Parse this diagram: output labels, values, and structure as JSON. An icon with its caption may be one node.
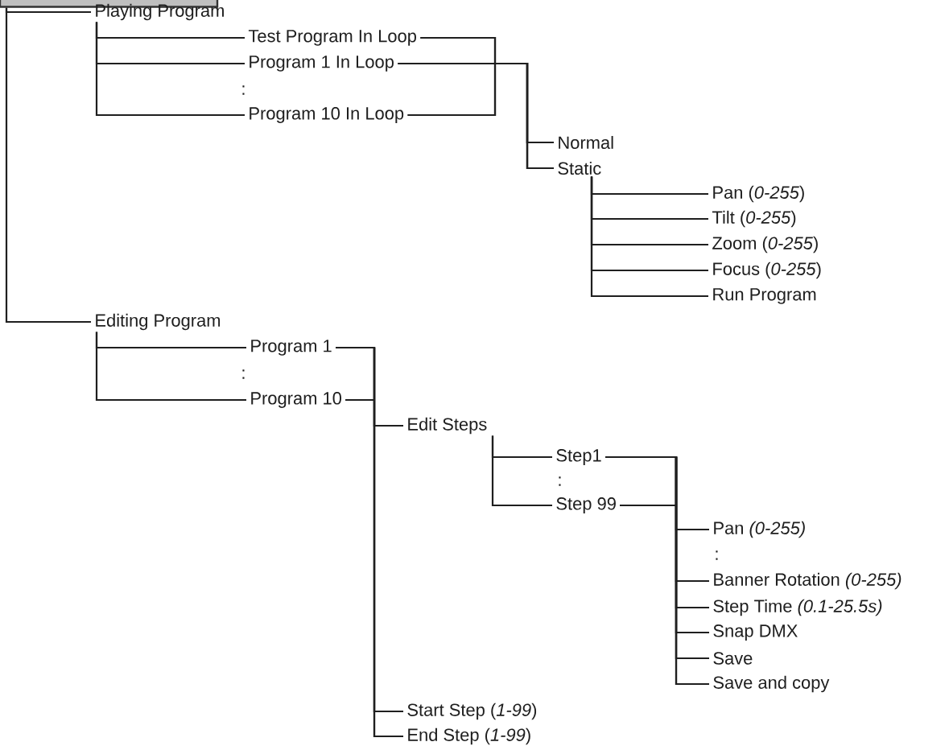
{
  "diagram": {
    "nodes": [
      {
        "text": [],
        "shape": "box"
      },
      {
        "text": [
          "Playing Program"
        ]
      },
      {
        "text": [
          "Test Program In Loop"
        ]
      },
      {
        "text": [
          "Program 1 In Loop"
        ]
      },
      {
        "text": [
          "Program 10 In Loop"
        ]
      },
      {
        "text": [
          "Normal"
        ]
      },
      {
        "text": [
          "Static"
        ]
      },
      {
        "text": [
          "Pan (*0-255*)"
        ]
      },
      {
        "text": [
          "Tilt (*0-255*)"
        ]
      },
      {
        "text": [
          "Zoom (*0-255*)"
        ]
      },
      {
        "text": [
          "Focus (*0-255*)"
        ]
      },
      {
        "text": [
          "Run Program"
        ]
      },
      {
        "text": [
          "Editing Program"
        ]
      },
      {
        "text": [
          "Program 1"
        ]
      },
      {
        "text": [
          "Program 10"
        ]
      },
      {
        "text": [
          "Edit Steps"
        ]
      },
      {
        "text": [
          "Step1"
        ]
      },
      {
        "text": [
          "Step 99"
        ]
      },
      {
        "text": [
          "Pan *(0-255)*"
        ]
      },
      {
        "text": [
          "Banner Rotation *(0-255)*"
        ]
      },
      {
        "text": [
          "Step Time *(0.1-25.5s)*"
        ]
      },
      {
        "text": [
          "Snap DMX"
        ]
      },
      {
        "text": [
          "Save"
        ]
      },
      {
        "text": [
          "Save and copy"
        ]
      },
      {
        "text": [
          "Start Step (*1-99*)"
        ]
      },
      {
        "text": [
          "End Step (*1-99*)"
        ]
      }
    ],
    "edges": [
      {
        "from": 0,
        "to": 1,
        "arrow": "none"
      },
      {
        "from": 0,
        "to": 12,
        "arrow": "none"
      },
      {
        "from": 1,
        "to": 2,
        "arrow": "none"
      },
      {
        "from": 1,
        "to": 3,
        "arrow": "none"
      },
      {
        "from": 1,
        "to": 4,
        "arrow": "none"
      },
      {
        "from": 2,
        "to": 5,
        "arrow": "none"
      },
      {
        "from": 2,
        "to": 6,
        "arrow": "none"
      },
      {
        "from": 3,
        "to": 5,
        "arrow": "none"
      },
      {
        "from": 3,
        "to": 6,
        "arrow": "none"
      },
      {
        "from": 4,
        "to": 5,
        "arrow": "none"
      },
      {
        "from": 4,
        "to": 6,
        "arrow": "none"
      },
      {
        "from": 6,
        "to": 7,
        "arrow": "none"
      },
      {
        "from": 6,
        "to": 8,
        "arrow": "none"
      },
      {
        "from": 6,
        "to": 9,
        "arrow": "none"
      },
      {
        "from": 6,
        "to": 10,
        "arrow": "none"
      },
      {
        "from": 6,
        "to": 11,
        "arrow": "none"
      },
      {
        "from": 12,
        "to": 13,
        "arrow": "none"
      },
      {
        "from": 12,
        "to": 14,
        "arrow": "none"
      },
      {
        "from": 13,
        "to": 15,
        "arrow": "none"
      },
      {
        "from": 13,
        "to": 24,
        "arrow": "none"
      },
      {
        "from": 13,
        "to": 25,
        "arrow": "none"
      },
      {
        "from": 14,
        "to": 15,
        "arrow": "none"
      },
      {
        "from": 14,
        "to": 24,
        "arrow": "none"
      },
      {
        "from": 14,
        "to": 25,
        "arrow": "none"
      },
      {
        "from": 15,
        "to": 16,
        "arrow": "none"
      },
      {
        "from": 15,
        "to": 17,
        "arrow": "none"
      },
      {
        "from": 16,
        "to": 18,
        "arrow": "none"
      },
      {
        "from": 16,
        "to": 19,
        "arrow": "none"
      },
      {
        "from": 16,
        "to": 20,
        "arrow": "none"
      },
      {
        "from": 16,
        "to": 21,
        "arrow": "none"
      },
      {
        "from": 16,
        "to": 22,
        "arrow": "none"
      },
      {
        "from": 16,
        "to": 23,
        "arrow": "none"
      },
      {
        "from": 17,
        "to": 18,
        "arrow": "none"
      },
      {
        "from": 17,
        "to": 19,
        "arrow": "none"
      },
      {
        "from": 17,
        "to": 20,
        "arrow": "none"
      },
      {
        "from": 17,
        "to": 21,
        "arrow": "none"
      },
      {
        "from": 17,
        "to": 22,
        "arrow": "none"
      },
      {
        "from": 17,
        "to": 23,
        "arrow": "none"
      }
    ],
    "labels": [
      ":",
      ":",
      ":",
      ":"
    ]
  }
}
